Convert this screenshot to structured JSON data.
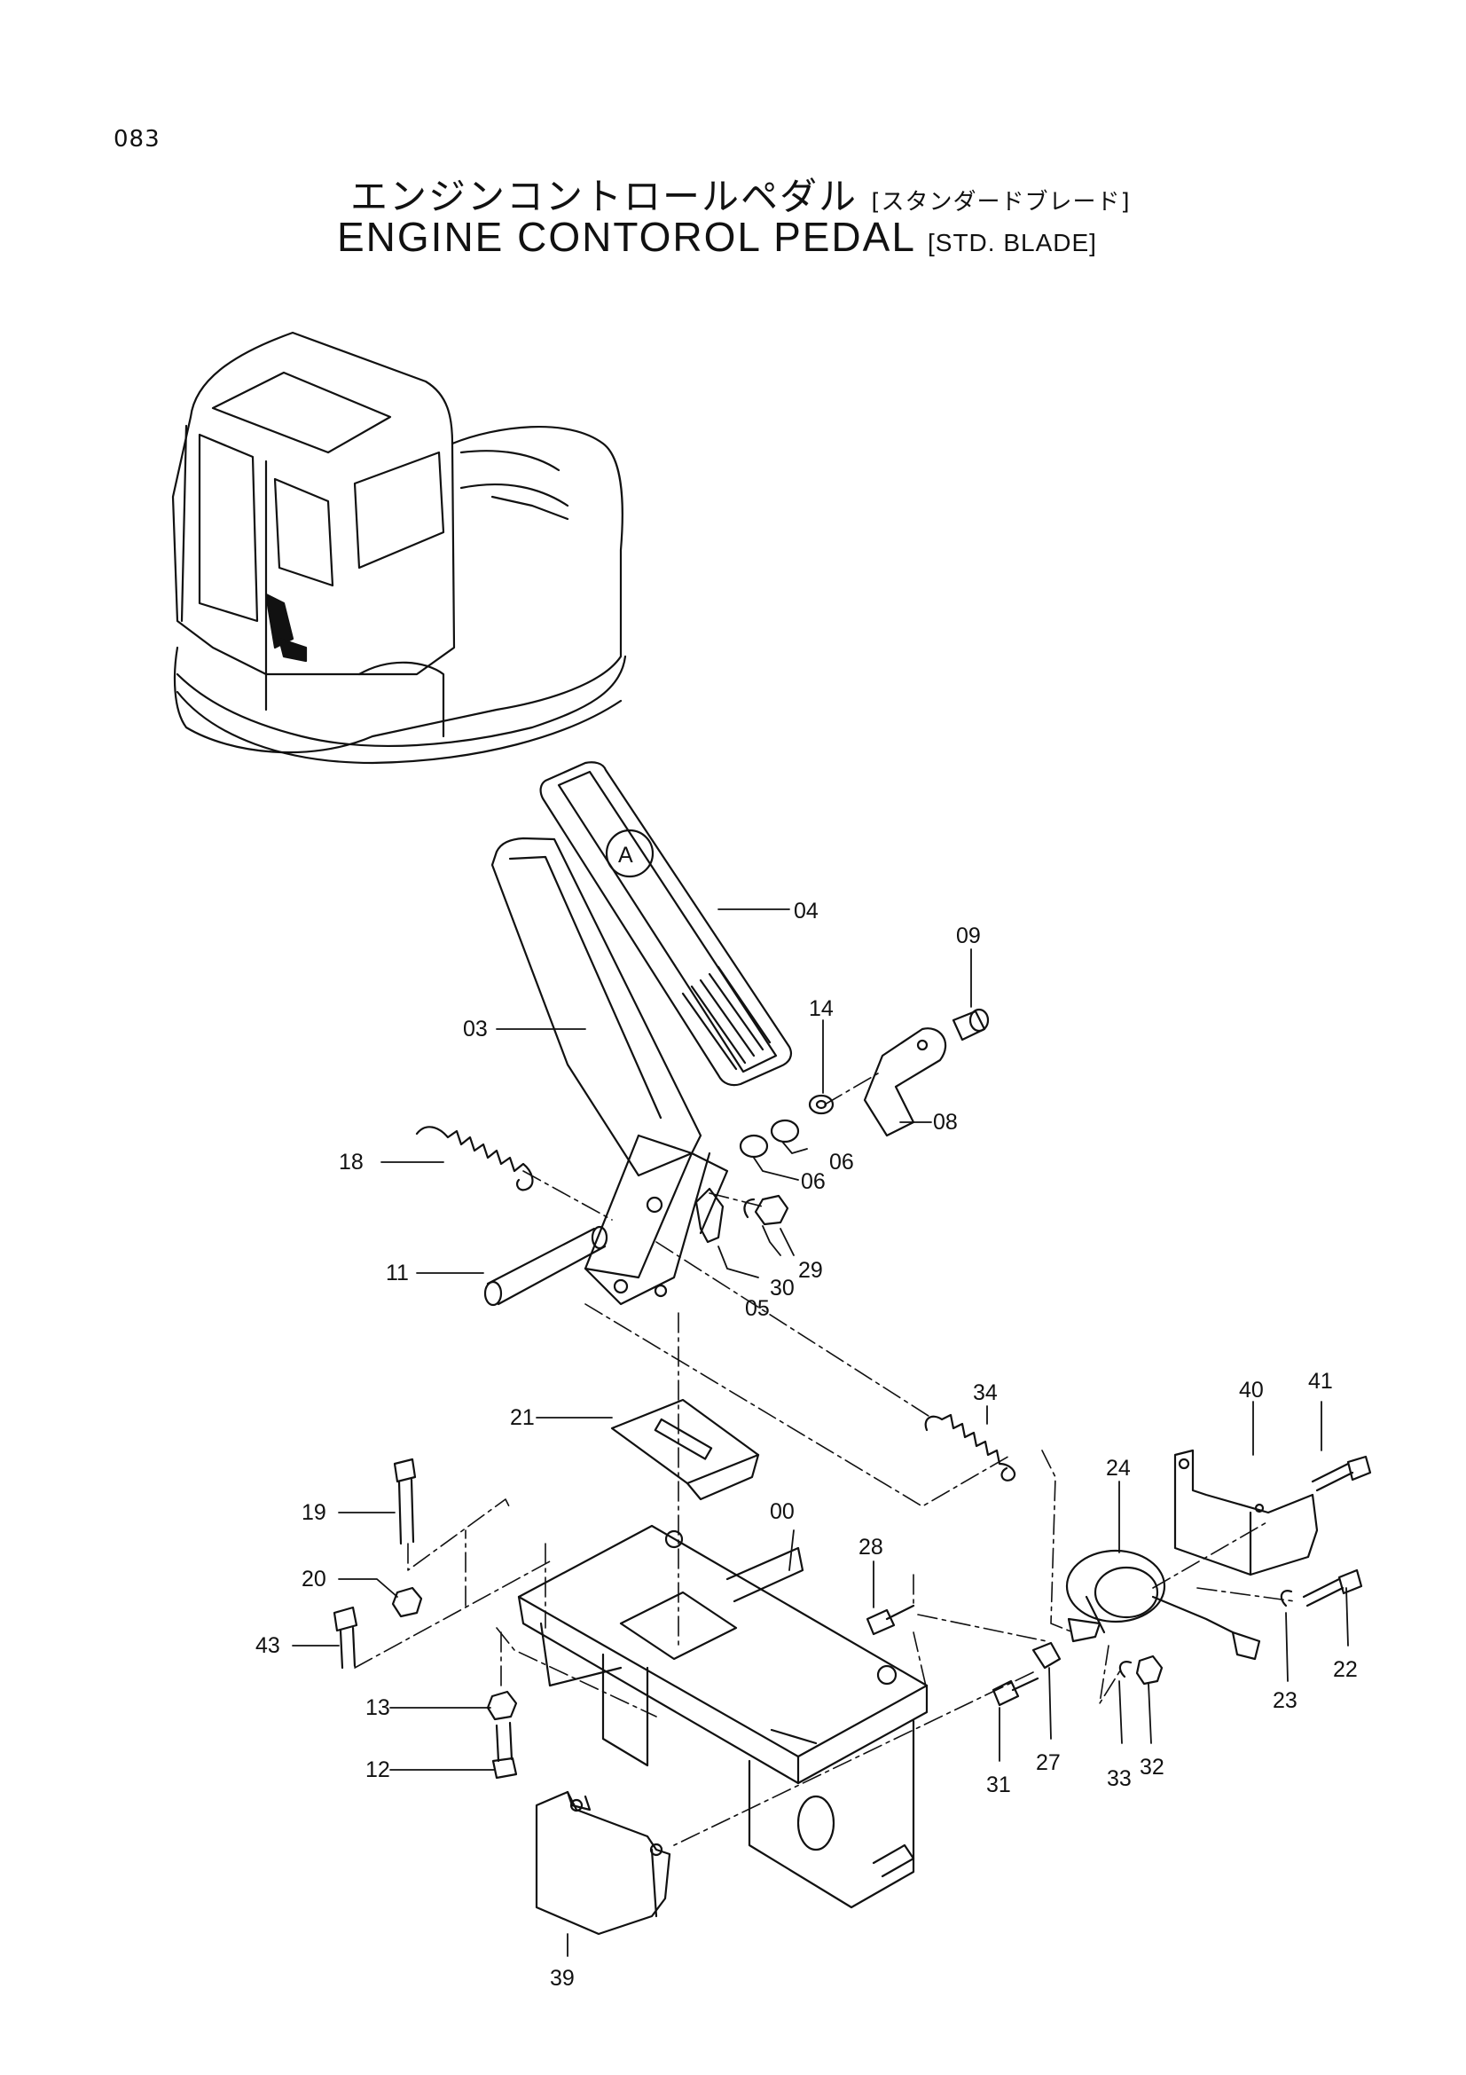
{
  "page": {
    "number": "083",
    "title_jp": "エンジンコントロールペダル",
    "title_jp_sub": "[スタンダードブレード]",
    "title_en": "ENGINE  CONTOROL  PEDAL",
    "title_en_sub": "[STD. BLADE]"
  },
  "callouts": [
    {
      "id": "00",
      "text": "00"
    },
    {
      "id": "03",
      "text": "03"
    },
    {
      "id": "04",
      "text": "04"
    },
    {
      "id": "05",
      "text": "05"
    },
    {
      "id": "06a",
      "text": "06"
    },
    {
      "id": "06b",
      "text": "06"
    },
    {
      "id": "08",
      "text": "08"
    },
    {
      "id": "09",
      "text": "09"
    },
    {
      "id": "11",
      "text": "11"
    },
    {
      "id": "12",
      "text": "12"
    },
    {
      "id": "13",
      "text": "13"
    },
    {
      "id": "14",
      "text": "14"
    },
    {
      "id": "18",
      "text": "18"
    },
    {
      "id": "19",
      "text": "19"
    },
    {
      "id": "20",
      "text": "20"
    },
    {
      "id": "21",
      "text": "21"
    },
    {
      "id": "22",
      "text": "22"
    },
    {
      "id": "23",
      "text": "23"
    },
    {
      "id": "24",
      "text": "24"
    },
    {
      "id": "27",
      "text": "27"
    },
    {
      "id": "28",
      "text": "28"
    },
    {
      "id": "29",
      "text": "29"
    },
    {
      "id": "30",
      "text": "30"
    },
    {
      "id": "31",
      "text": "31"
    },
    {
      "id": "32",
      "text": "32"
    },
    {
      "id": "33",
      "text": "33"
    },
    {
      "id": "34",
      "text": "34"
    },
    {
      "id": "39",
      "text": "39"
    },
    {
      "id": "40",
      "text": "40"
    },
    {
      "id": "41",
      "text": "41"
    },
    {
      "id": "43",
      "text": "43"
    }
  ],
  "pedal_marking": "A"
}
